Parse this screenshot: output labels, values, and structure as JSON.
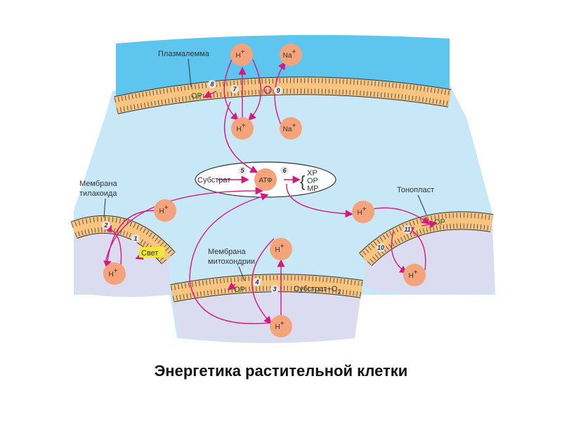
{
  "title": "Энергетика растительной клетки",
  "labels": {
    "plasmalemma": "Плазмалемма",
    "thylakoid_1": "Мембрана",
    "thylakoid_2": "тилакоида",
    "tonoplast": "Тонопласт",
    "mito_1": "Мембрана",
    "mito_2": "митохондрии",
    "light": "Свет",
    "substrate": "Субстрат",
    "atp": "АТФ",
    "hr": "ХР",
    "or": "ОР",
    "mr": "МР",
    "substrate_o2": "Субстрат+O",
    "o2_sub": "2"
  },
  "ions": {
    "h": "H",
    "na": "Na",
    "plus": "+"
  },
  "numbers": [
    "1",
    "2",
    "3",
    "4",
    "5",
    "6",
    "7",
    "8",
    "9",
    "10",
    "11"
  ],
  "colors": {
    "arrow": "#d6187f",
    "ion": "#f5a37a",
    "membrane": "#f9c57e",
    "cytoplasm": "#c9e8f7",
    "outside": "#5ec6ee",
    "organelle": "#dcdcf0"
  }
}
